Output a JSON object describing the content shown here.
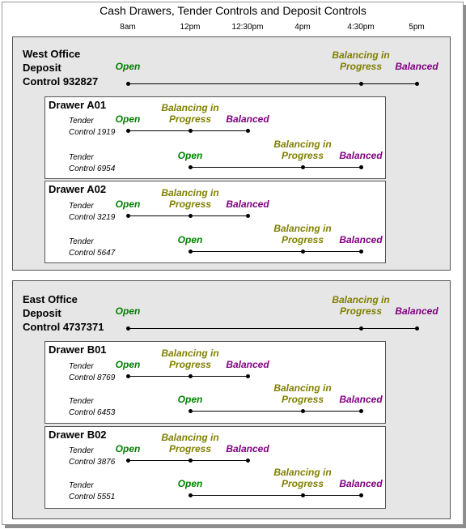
{
  "title": "Cash Drawers, Tender Controls and Deposit Controls",
  "times": [
    "8am",
    "12pm",
    "12:30pm",
    "4pm",
    "4:30pm",
    "5pm"
  ],
  "colors": {
    "open": "#008000",
    "in_progress": "#808000",
    "balanced": "#800080"
  },
  "states": {
    "open": "Open",
    "in_progress": "Balancing in Progress",
    "balanced": "Balanced"
  },
  "offices": [
    {
      "label": "West Office Deposit Control 932827",
      "label_lines": [
        "West Office",
        "Deposit",
        "Control 932827"
      ],
      "drawers": [
        {
          "label": "Drawer A01",
          "tenders": [
            {
              "label": "Tender Control 1919",
              "label_lines": [
                "Tender",
                "Control 1919"
              ]
            },
            {
              "label": "Tender Control 6954",
              "label_lines": [
                "Tender",
                "Control 6954"
              ]
            }
          ]
        },
        {
          "label": "Drawer A02",
          "tenders": [
            {
              "label": "Tender Control 3219",
              "label_lines": [
                "Tender",
                "Control 3219"
              ]
            },
            {
              "label": "Tender Control 5647",
              "label_lines": [
                "Tender",
                "Control 5647"
              ]
            }
          ]
        }
      ]
    },
    {
      "label": "East Office Deposit Control 4737371",
      "label_lines": [
        "East Office",
        "Deposit",
        "Control 4737371"
      ],
      "drawers": [
        {
          "label": "Drawer B01",
          "tenders": [
            {
              "label": "Tender Control 8769",
              "label_lines": [
                "Tender",
                "Control 8769"
              ]
            },
            {
              "label": "Tender Control 6453",
              "label_lines": [
                "Tender",
                "Control 6453"
              ]
            }
          ]
        },
        {
          "label": "Drawer B02",
          "tenders": [
            {
              "label": "Tender Control 3876",
              "label_lines": [
                "Tender",
                "Control 3876"
              ]
            },
            {
              "label": "Tender Control 5551",
              "label_lines": [
                "Tender",
                "Control 5551"
              ]
            }
          ]
        }
      ]
    }
  ]
}
